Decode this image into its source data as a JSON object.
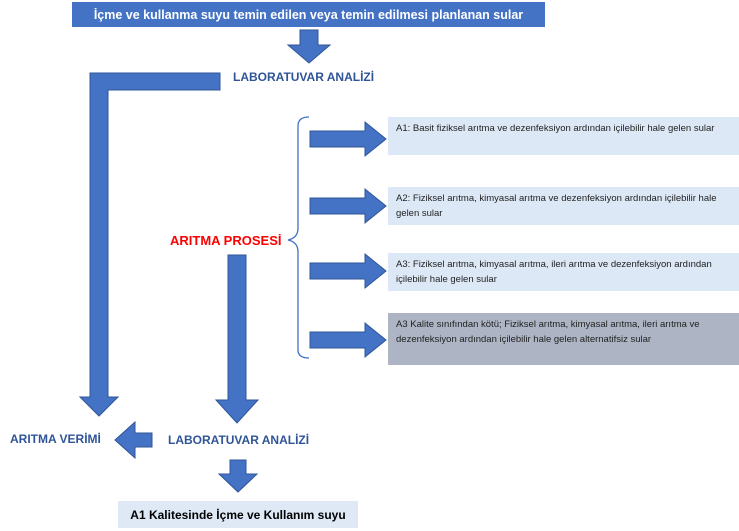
{
  "top_box": "İçme ve kullanma suyu temin edilen veya temin edilmesi planlanan sular",
  "lab_top": "LABORATUVAR ANALİZİ",
  "proses": "ARITMA PROSESİ",
  "options": [
    "A1: Basit fiziksel arıtma ve dezenfeksiyon ardından içilebilir hale gelen sular",
    " A2: Fiziksel arıtma, kimyasal arıtma ve dezenfeksiyon ardından içilebilir hale gelen sular",
    "A3: Fiziksel arıtma, kimyasal arıtma, ileri arıtma ve dezenfeksiyon ardından içilebilir hale gelen sular",
    "A3 Kalite sınıfından kötü; Fiziksel arıtma, kimyasal arıtma, ileri arıtma ve dezenfeksiyon ardından içilebilir hale gelen alternatifsiz sular"
  ],
  "lab_bottom": "LABORATUVAR ANALİZİ",
  "verim": "ARITMA VERİMİ",
  "bottom_box": "A1 Kalitesinde İçme ve Kullanım suyu",
  "colors": {
    "arrow": "#4472c4",
    "arrow_dark": "#2f5597",
    "label": "#2f5597",
    "proses": "#ff0000"
  }
}
